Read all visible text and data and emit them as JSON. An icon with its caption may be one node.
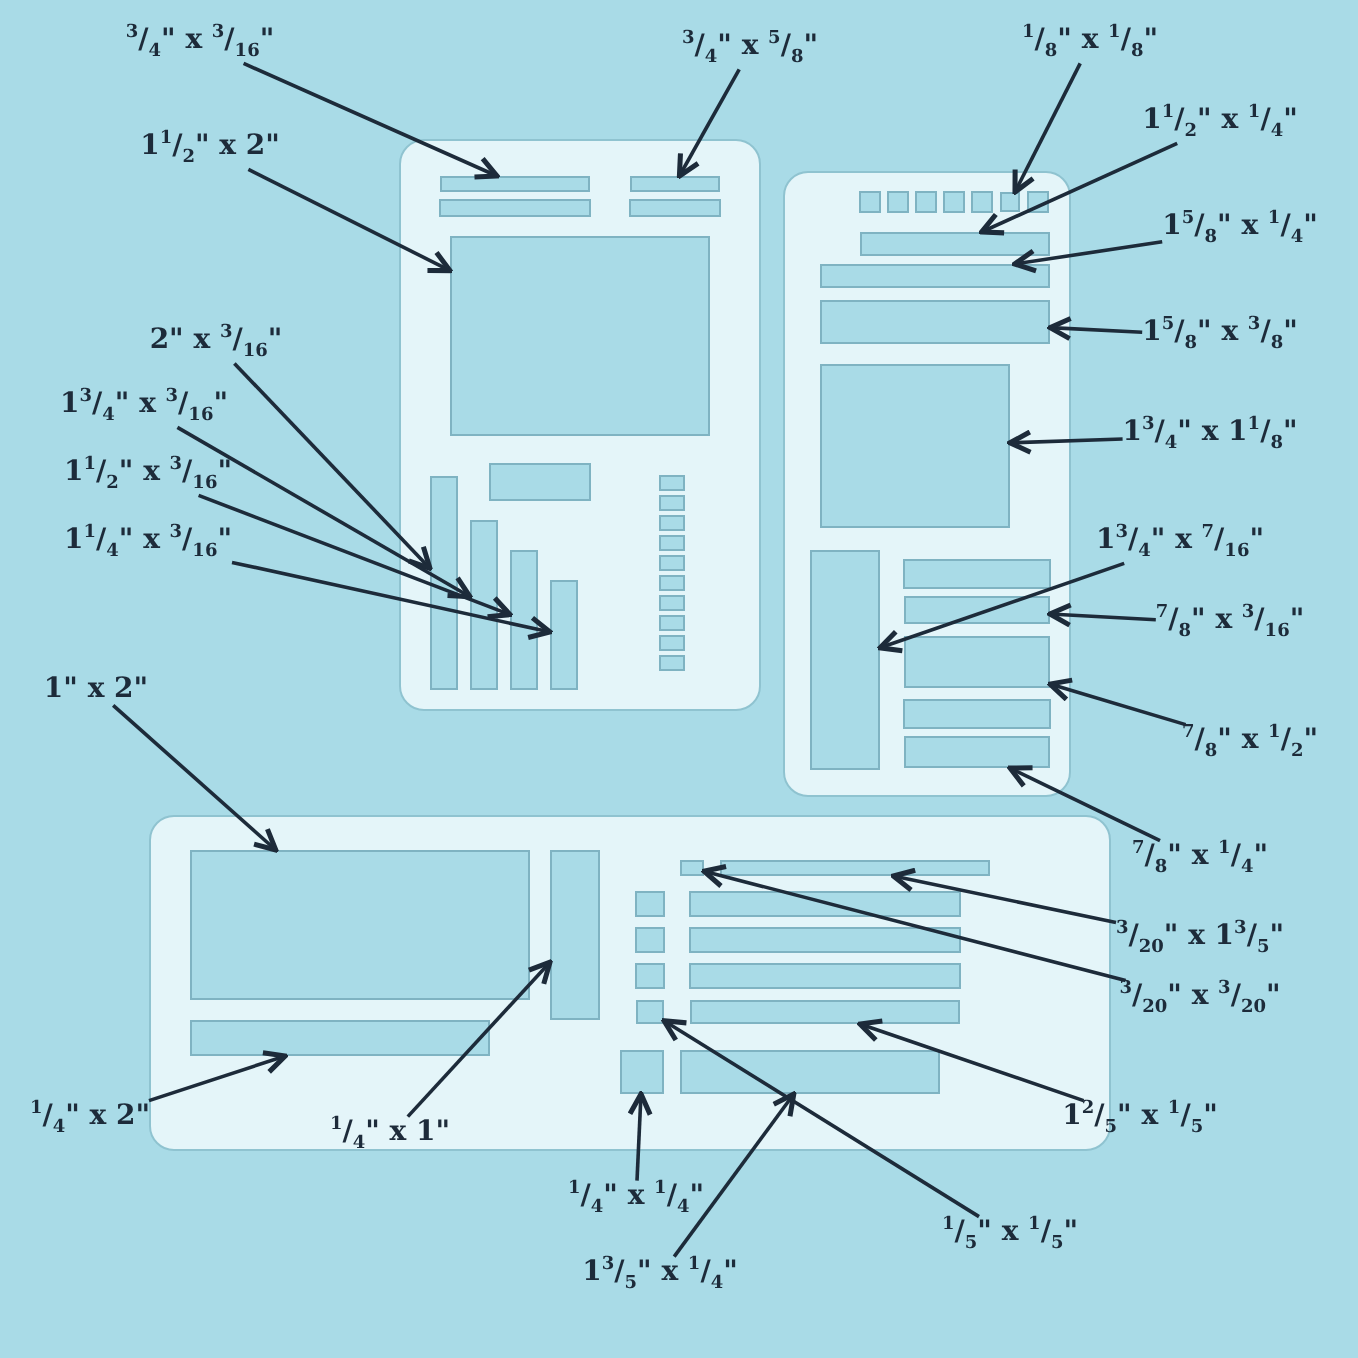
{
  "diagram": {
    "nodes": [
      {
        "text": [
          "$^{3}$/$_{4}$\" x $^{3}$/$_{16}$\""
        ]
      },
      {
        "text": [
          "1$^{1}$/$_{2}$\" x 2\""
        ]
      },
      {
        "text": [
          "$^{3}$/$_{4}$\" x $^{5}$/$_{8}$\""
        ]
      },
      {
        "text": [
          "$^{1}$/$_{8}$\" x $^{1}$/$_{8}$\""
        ]
      },
      {
        "text": [
          "1$^{1}$/$_{2}$\" x $^{1}$/$_{4}$\""
        ]
      },
      {
        "text": [
          "1$^{5}$/$_{8}$\" x $^{1}$/$_{4}$\""
        ]
      },
      {
        "text": [
          "1$^{5}$/$_{8}$\" x $^{3}$/$_{8}$\""
        ]
      },
      {
        "text": [
          "2\" x $^{3}$/$_{16}$\""
        ]
      },
      {
        "text": [
          "1$^{3}$/$_{4}$\" x $^{3}$/$_{16}$\""
        ]
      },
      {
        "text": [
          "1$^{1}$/$_{2}$\" x $^{3}$/$_{16}$\""
        ]
      },
      {
        "text": [
          "1$^{1}$/$_{4}$\" x $^{3}$/$_{16}$\""
        ]
      },
      {
        "text": [
          "1$^{3}$/$_{4}$\" x 1$^{1}$/$_{8}$\""
        ]
      },
      {
        "text": [
          "1$^{3}$/$_{4}$\" x $^{7}$/$_{16}$\""
        ]
      },
      {
        "text": [
          "$^{7}$/$_{8}$\" x $^{3}$/$_{16}$\""
        ]
      },
      {
        "text": [
          "1\" x 2\""
        ]
      },
      {
        "text": [
          "$^{7}$/$_{8}$\" x $^{1}$/$_{2}$\""
        ]
      },
      {
        "text": [
          "$^{7}$/$_{8}$\" x $^{1}$/$_{4}$\""
        ]
      },
      {
        "text": [
          "$^{3}$/$_{20}$\" x 1$^{3}$/$_{5}$\""
        ]
      },
      {
        "text": [
          "$^{3}$/$_{20}$\" x $^{3}$/$_{20}$\""
        ]
      },
      {
        "text": [
          "$^{1}$/$_{4}$\" x 2\""
        ]
      },
      {
        "text": [
          "1$^{2}$/$_{5}$\" x $^{1}$/$_{5}$\""
        ]
      },
      {
        "text": [
          "$^{1}$/$_{4}$\" x 1\""
        ]
      },
      {
        "text": [
          "$^{1}$/$_{4}$\" x $^{1}$/$_{4}$\""
        ]
      },
      {
        "text": [
          "$^{1}$/$_{5}$\" x $^{1}$/$_{5}$\""
        ]
      },
      {
        "text": [
          "1$^{3}$/$_{5}$\" x $^{1}$/$_{4}$\""
        ]
      },
      {
        "text": [],
        "shape": "box"
      },
      {
        "text": [],
        "shape": "box"
      },
      {
        "text": [],
        "shape": "box"
      },
      {
        "text": [],
        "shape": "box"
      },
      {
        "text": [],
        "shape": "box"
      },
      {
        "text": [],
        "shape": "box"
      },
      {
        "text": [],
        "shape": "box"
      },
      {
        "text": [],
        "shape": "box"
      },
      {
        "text": [],
        "shape": "box"
      },
      {
        "text": [],
        "shape": "box"
      },
      {
        "text": [],
        "shape": "box"
      },
      {
        "text": [],
        "shape": "box"
      },
      {
        "text": [],
        "shape": "box"
      },
      {
        "text": [],
        "shape": "box"
      },
      {
        "text": [],
        "shape": "box"
      },
      {
        "text": [],
        "shape": "box"
      },
      {
        "text": [],
        "shape": "box"
      },
      {
        "text": [],
        "shape": "box"
      },
      {
        "text": [],
        "shape": "box"
      },
      {
        "text": [],
        "shape": "box"
      },
      {
        "text": [],
        "shape": "box"
      },
      {
        "text": [],
        "shape": "box"
      },
      {
        "text": [],
        "shape": "box"
      },
      {
        "text": [],
        "shape": "box"
      },
      {
        "text": [],
        "shape": "box"
      }
    ],
    "edges": [
      {
        "from": 0,
        "to": 25,
        "arrow": "to"
      },
      {
        "from": 1,
        "to": 26,
        "arrow": "to"
      },
      {
        "from": 2,
        "to": 27,
        "arrow": "to"
      },
      {
        "from": 3,
        "to": 28,
        "arrow": "to"
      },
      {
        "from": 4,
        "to": 29,
        "arrow": "to"
      },
      {
        "from": 5,
        "to": 30,
        "arrow": "to"
      },
      {
        "from": 6,
        "to": 31,
        "arrow": "to"
      },
      {
        "from": 7,
        "to": 32,
        "arrow": "to"
      },
      {
        "from": 8,
        "to": 33,
        "arrow": "to"
      },
      {
        "from": 9,
        "to": 34,
        "arrow": "to"
      },
      {
        "from": 10,
        "to": 35,
        "arrow": "to"
      },
      {
        "from": 11,
        "to": 36,
        "arrow": "to"
      },
      {
        "from": 12,
        "to": 37,
        "arrow": "to"
      },
      {
        "from": 13,
        "to": 38,
        "arrow": "to"
      },
      {
        "from": 14,
        "to": 39,
        "arrow": "to"
      },
      {
        "from": 15,
        "to": 40,
        "arrow": "to"
      },
      {
        "from": 16,
        "to": 41,
        "arrow": "to"
      },
      {
        "from": 17,
        "to": 42,
        "arrow": "to"
      },
      {
        "from": 18,
        "to": 43,
        "arrow": "to"
      },
      {
        "from": 19,
        "to": 44,
        "arrow": "to"
      },
      {
        "from": 20,
        "to": 45,
        "arrow": "to"
      },
      {
        "from": 21,
        "to": 46,
        "arrow": "to"
      },
      {
        "from": 22,
        "to": 47,
        "arrow": "to"
      },
      {
        "from": 23,
        "to": 48,
        "arrow": "to"
      },
      {
        "from": 24,
        "to": 49,
        "arrow": "to"
      }
    ]
  }
}
